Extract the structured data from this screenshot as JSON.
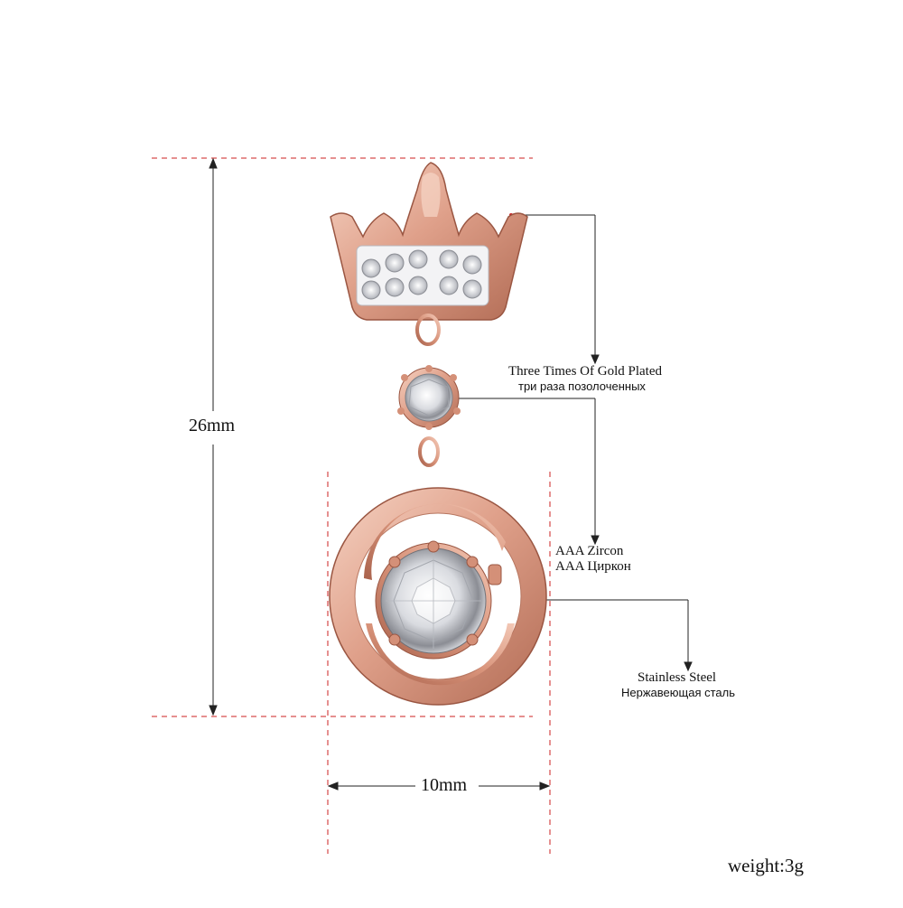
{
  "dimensions": {
    "height_label": "26mm",
    "width_label": "10mm"
  },
  "callouts": [
    {
      "en": "Three Times Of Gold Plated",
      "ru": "три раза позолоченных"
    },
    {
      "en": "AAA Zircon",
      "ru": "AAA Циркон"
    },
    {
      "en": "Stainless Steel",
      "ru": "Нержавеющая сталь"
    }
  ],
  "weight_label": "weight:3g",
  "colors": {
    "guide_line": "#cc2222",
    "rose_gold_light": "#f3c2ad",
    "rose_gold": "#d9957c",
    "rose_gold_dark": "#a8614b",
    "leader_line": "#222222"
  }
}
